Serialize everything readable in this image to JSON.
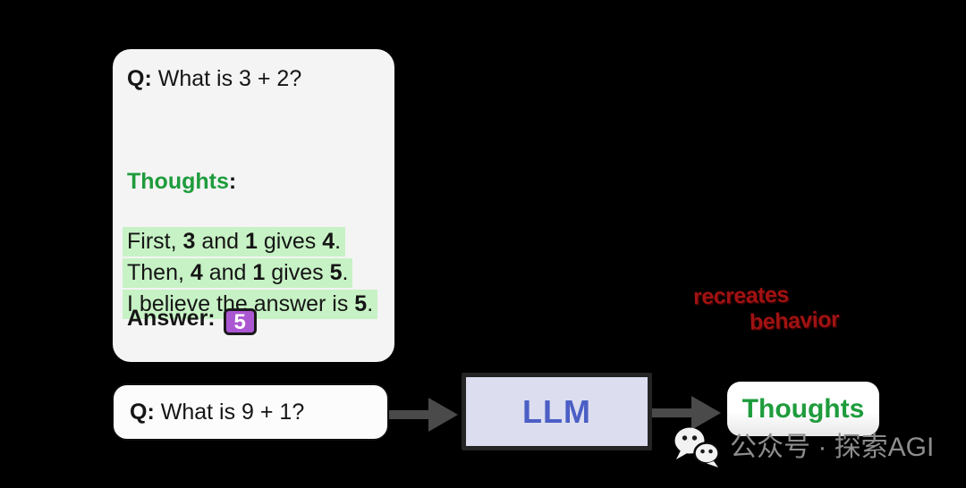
{
  "colors": {
    "background": "#000000",
    "card_bg": "#f4f4f4",
    "question_card_bg": "#fcfcfc",
    "thoughts_green": "#1e9c3c",
    "highlight_green": "#c7f2c5",
    "answer_purple": "#ab57d2",
    "llm_box_fill": "#dcdef0",
    "llm_text_blue": "#4c5fc5",
    "arrow_gray": "#4a4a4a",
    "annotation_red": "#a01212",
    "watermark_gray": "#8d8d8d"
  },
  "example_card": {
    "q_label": "Q:",
    "q_text": " What is 3 + 2?",
    "thoughts_label": "Thoughts",
    "thoughts_colon": ":",
    "cot_line1": {
      "s0": "First, ",
      "s1": "3",
      "s2": " and ",
      "s3": "1",
      "s4": " gives ",
      "s5": "4",
      "s6": "."
    },
    "cot_line2": {
      "s0": "Then, ",
      "s1": "4",
      "s2": " and ",
      "s3": "1",
      "s4": " gives ",
      "s5": "5",
      "s6": "."
    },
    "cot_line3": {
      "s0": "I believe the answer is ",
      "s1": "5",
      "s2": "."
    },
    "answer_label": "Answer:",
    "answer_value": "5"
  },
  "question_card": {
    "q_label": "Q:",
    "q_text": " What is 9 + 1?"
  },
  "llm_box": {
    "label": "LLM"
  },
  "output_box": {
    "label": "Thoughts"
  },
  "annotation": {
    "line1": "recreates",
    "line2": "behavior"
  },
  "watermark": {
    "icon": "wechat-icon",
    "text": "公众号 · 探索AGI"
  }
}
